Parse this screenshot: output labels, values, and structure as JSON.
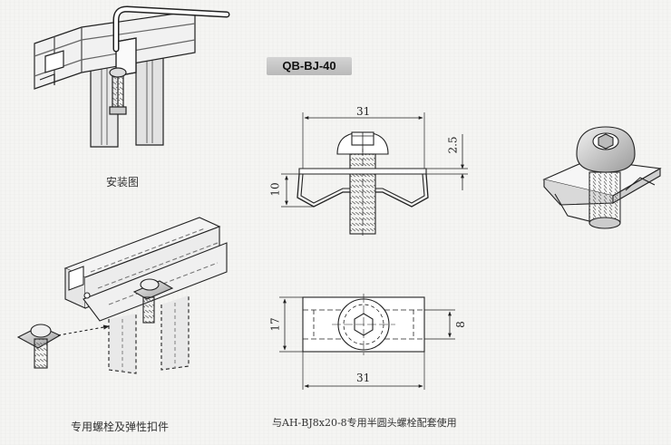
{
  "model_label": "QB-BJ-40",
  "captions": {
    "installation": "安装图",
    "bolt_and_nut": "专用螺栓及弹性扣件",
    "paired_use": "与AH-BJ8x20-8专用半圆头螺栓配套使用"
  },
  "dimensions": {
    "side_width": "31",
    "side_height": "10",
    "lip_height": "2.5",
    "top_length": "17",
    "top_slot": "8",
    "top_width": "31"
  }
}
